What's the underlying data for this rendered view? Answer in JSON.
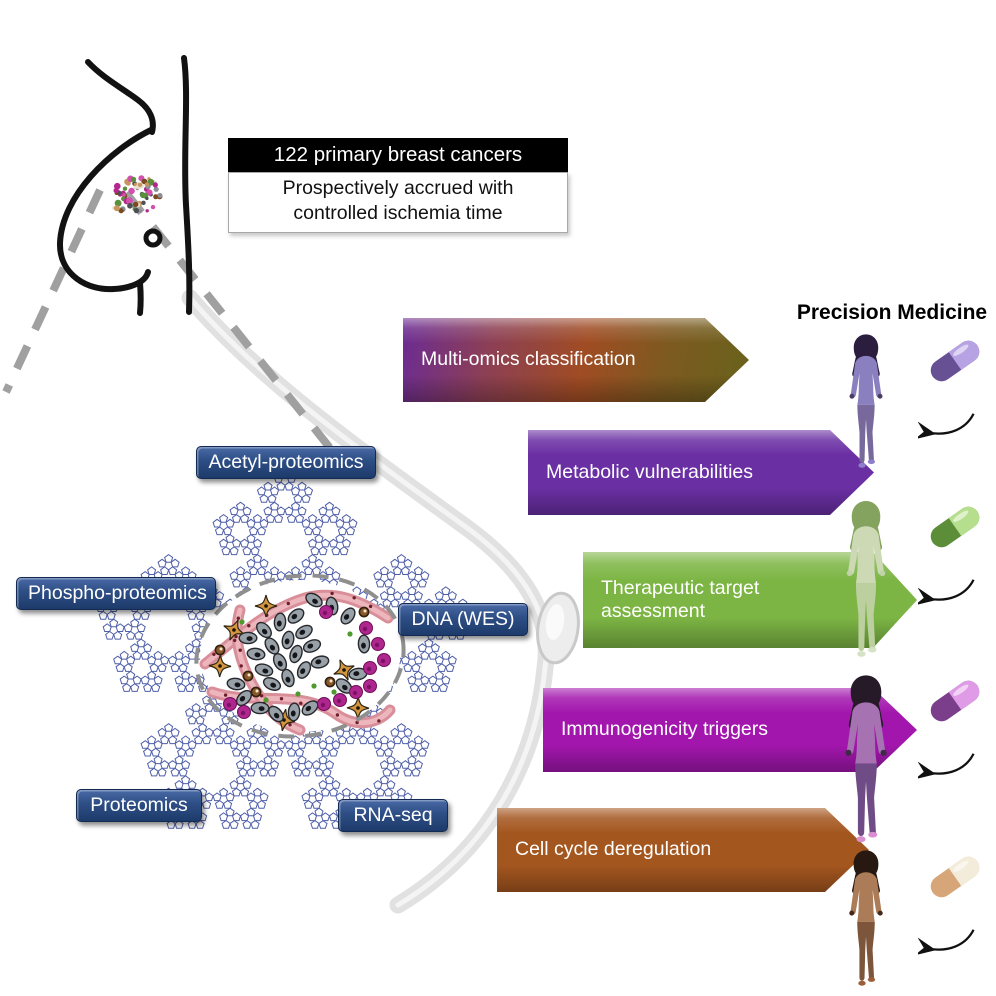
{
  "header": {
    "title": "122 primary breast cancers",
    "subtitle_line1": "Prospectively accrued with",
    "subtitle_line2": "controlled ischemia time"
  },
  "omics": [
    {
      "id": "acetyl",
      "label": "Acetyl-proteomics"
    },
    {
      "id": "phospho",
      "label": "Phospho-proteomics"
    },
    {
      "id": "dna",
      "label": "DNA (WES)"
    },
    {
      "id": "proteomics",
      "label": "Proteomics"
    },
    {
      "id": "rna",
      "label": "RNA-seq"
    }
  ],
  "arrows": [
    {
      "label": "Multi-omics classification",
      "fill": "linear-gradient(100deg,#6b2b94 0%,#8c3f55 25%,#a04c23 52%,#7d5a20 75%,#68621c 100%)"
    },
    {
      "label": "Metabolic vulnerabilities",
      "fill": "#6a2fa3"
    },
    {
      "label": "Therapeutic target assessment",
      "fill": "#7cb544"
    },
    {
      "label": "Immunogenicity triggers",
      "fill": "#a216ad"
    },
    {
      "label": "Cell cycle deregulation",
      "fill": "#a4561f"
    }
  ],
  "precision_medicine": {
    "title": "Precision Medicine",
    "patients": [
      {
        "name": "purple",
        "top": "#8b80bf",
        "bottom": "#77699b",
        "hair": "#2b1d3d",
        "shoe": "#8d7fc9",
        "hand": "#4a3d63",
        "pill_light": "#b7a3e3",
        "pill_dark": "#675093"
      },
      {
        "name": "green",
        "top": "#ccd9b4",
        "bottom": "#bccf9f",
        "hair": "#84a35e",
        "shoe": "#d6e2c4",
        "hand": "#c2d3a8",
        "pill_light": "#b6df8d",
        "pill_dark": "#5c8e3a"
      },
      {
        "name": "magenta",
        "top": "#a672b2",
        "bottom": "#6f4c86",
        "hair": "#261a29",
        "shoe": "#d98fcf",
        "hand": "#3c2b44",
        "pill_light": "#df9be6",
        "pill_dark": "#7b3e8b"
      },
      {
        "name": "brown",
        "top": "#ab7c57",
        "bottom": "#7c553b",
        "hair": "#271911",
        "shoe": "#9c5f3a",
        "hand": "#43281a",
        "pill_light": "#f3ecda",
        "pill_dark": "#d7a678"
      }
    ]
  },
  "palette": {
    "label_navy": "#2e4f86",
    "fractal_blue": "#4e5ea8",
    "strand_gray": "#dedede",
    "dashed_gray": "#a0a0a0",
    "header_black": "#000000"
  }
}
